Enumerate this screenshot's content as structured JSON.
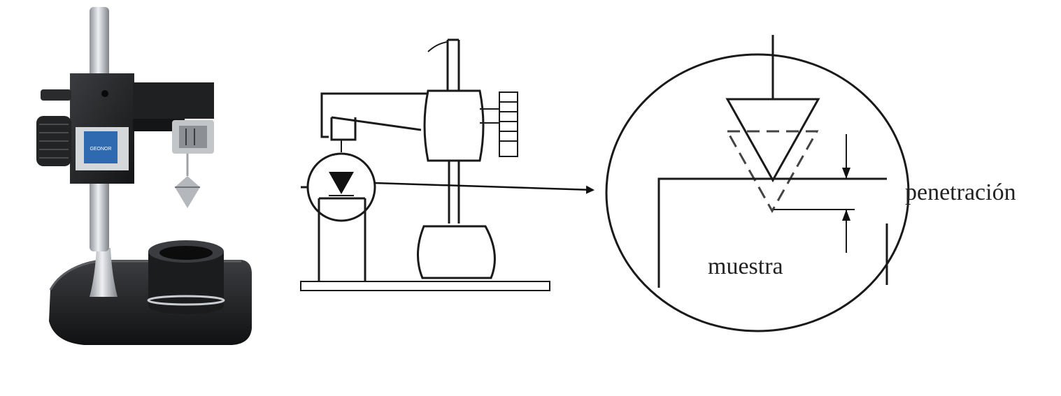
{
  "photo": {
    "brand_label": "GEONOR",
    "colors": {
      "metal": "#bfc3c6",
      "dark": "#222426",
      "panel": "#2f6ab0"
    }
  },
  "detail": {
    "label_penetration": "penetración",
    "label_sample": "muestra"
  }
}
